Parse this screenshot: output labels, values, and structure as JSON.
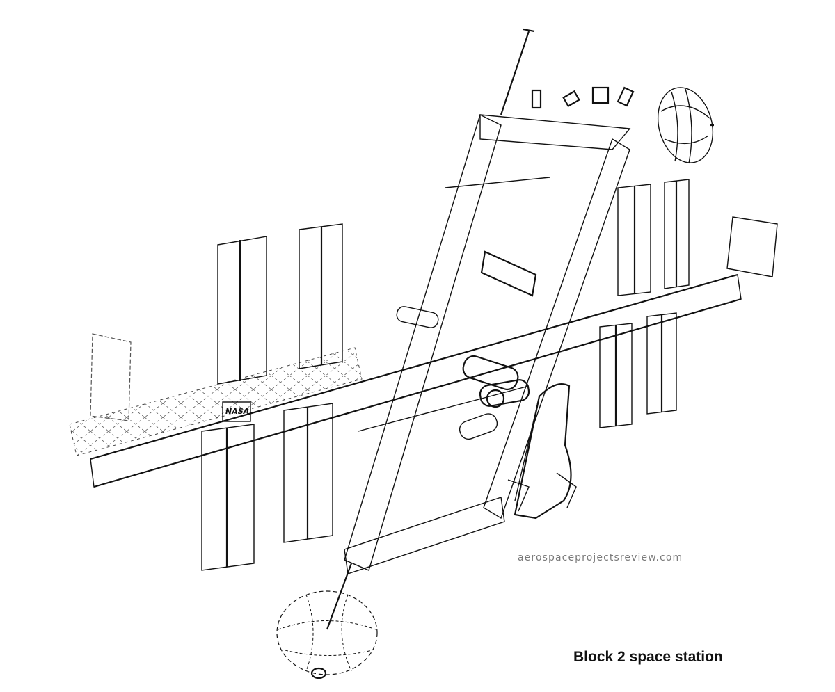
{
  "diagram": {
    "caption": "Block 2 space station",
    "watermark": "aerospaceprojectsreview.com",
    "boom_logo": "NASA"
  },
  "colors": {
    "ink": "#111111",
    "paper": "#ffffff",
    "watermark": "#7a7a7a"
  }
}
